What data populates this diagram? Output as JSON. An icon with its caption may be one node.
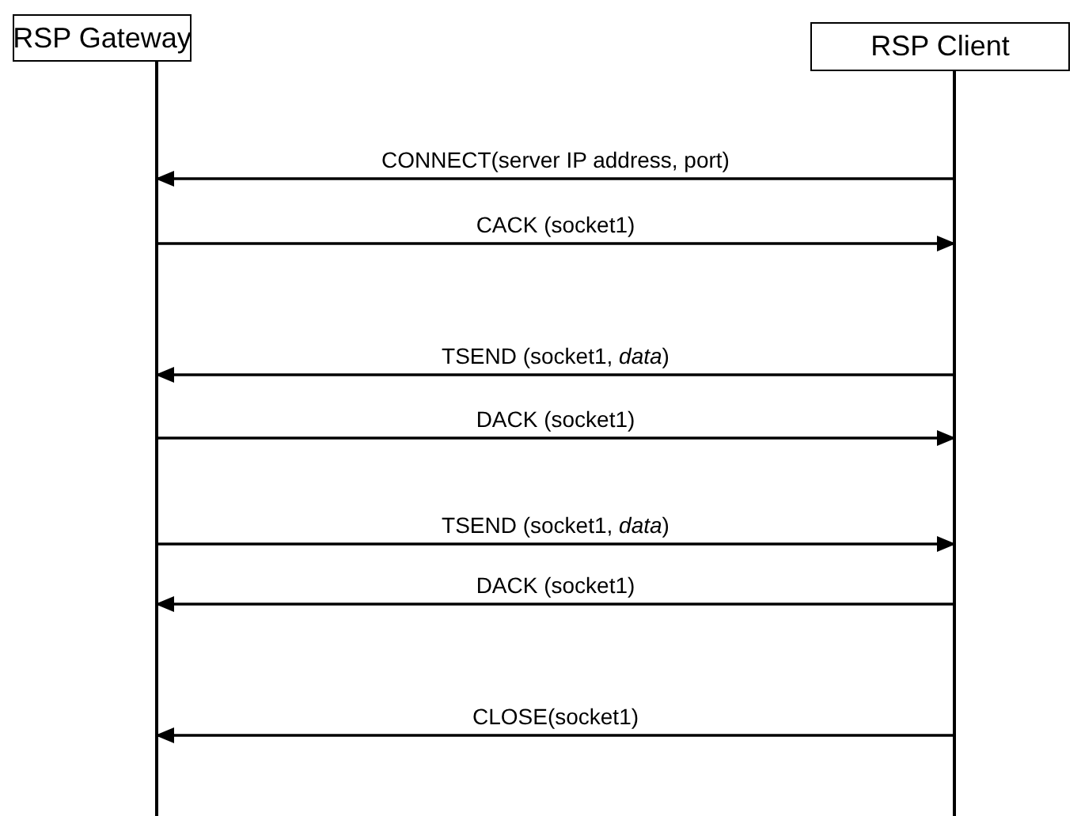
{
  "diagram": {
    "nodes": [
      {
        "text": [
          "RSP Gateway"
        ]
      },
      {
        "text": [
          "RSP Client"
        ]
      }
    ],
    "edges": [
      {
        "from": 1,
        "to": 0,
        "arrow": "to",
        "label": "CONNECT(server IP address, port)"
      },
      {
        "from": 0,
        "to": 1,
        "arrow": "to",
        "label": "CACK (socket1)"
      },
      {
        "from": 1,
        "to": 0,
        "arrow": "to",
        "label": "TSEND (socket1, *data*)"
      },
      {
        "from": 0,
        "to": 1,
        "arrow": "to",
        "label": "DACK (socket1)"
      },
      {
        "from": 0,
        "to": 1,
        "arrow": "to",
        "label": "TSEND (socket1, *data*)"
      },
      {
        "from": 1,
        "to": 0,
        "arrow": "to",
        "label": "DACK (socket1)"
      },
      {
        "from": 1,
        "to": 0,
        "arrow": "to",
        "label": "CLOSE(socket1)"
      }
    ]
  }
}
